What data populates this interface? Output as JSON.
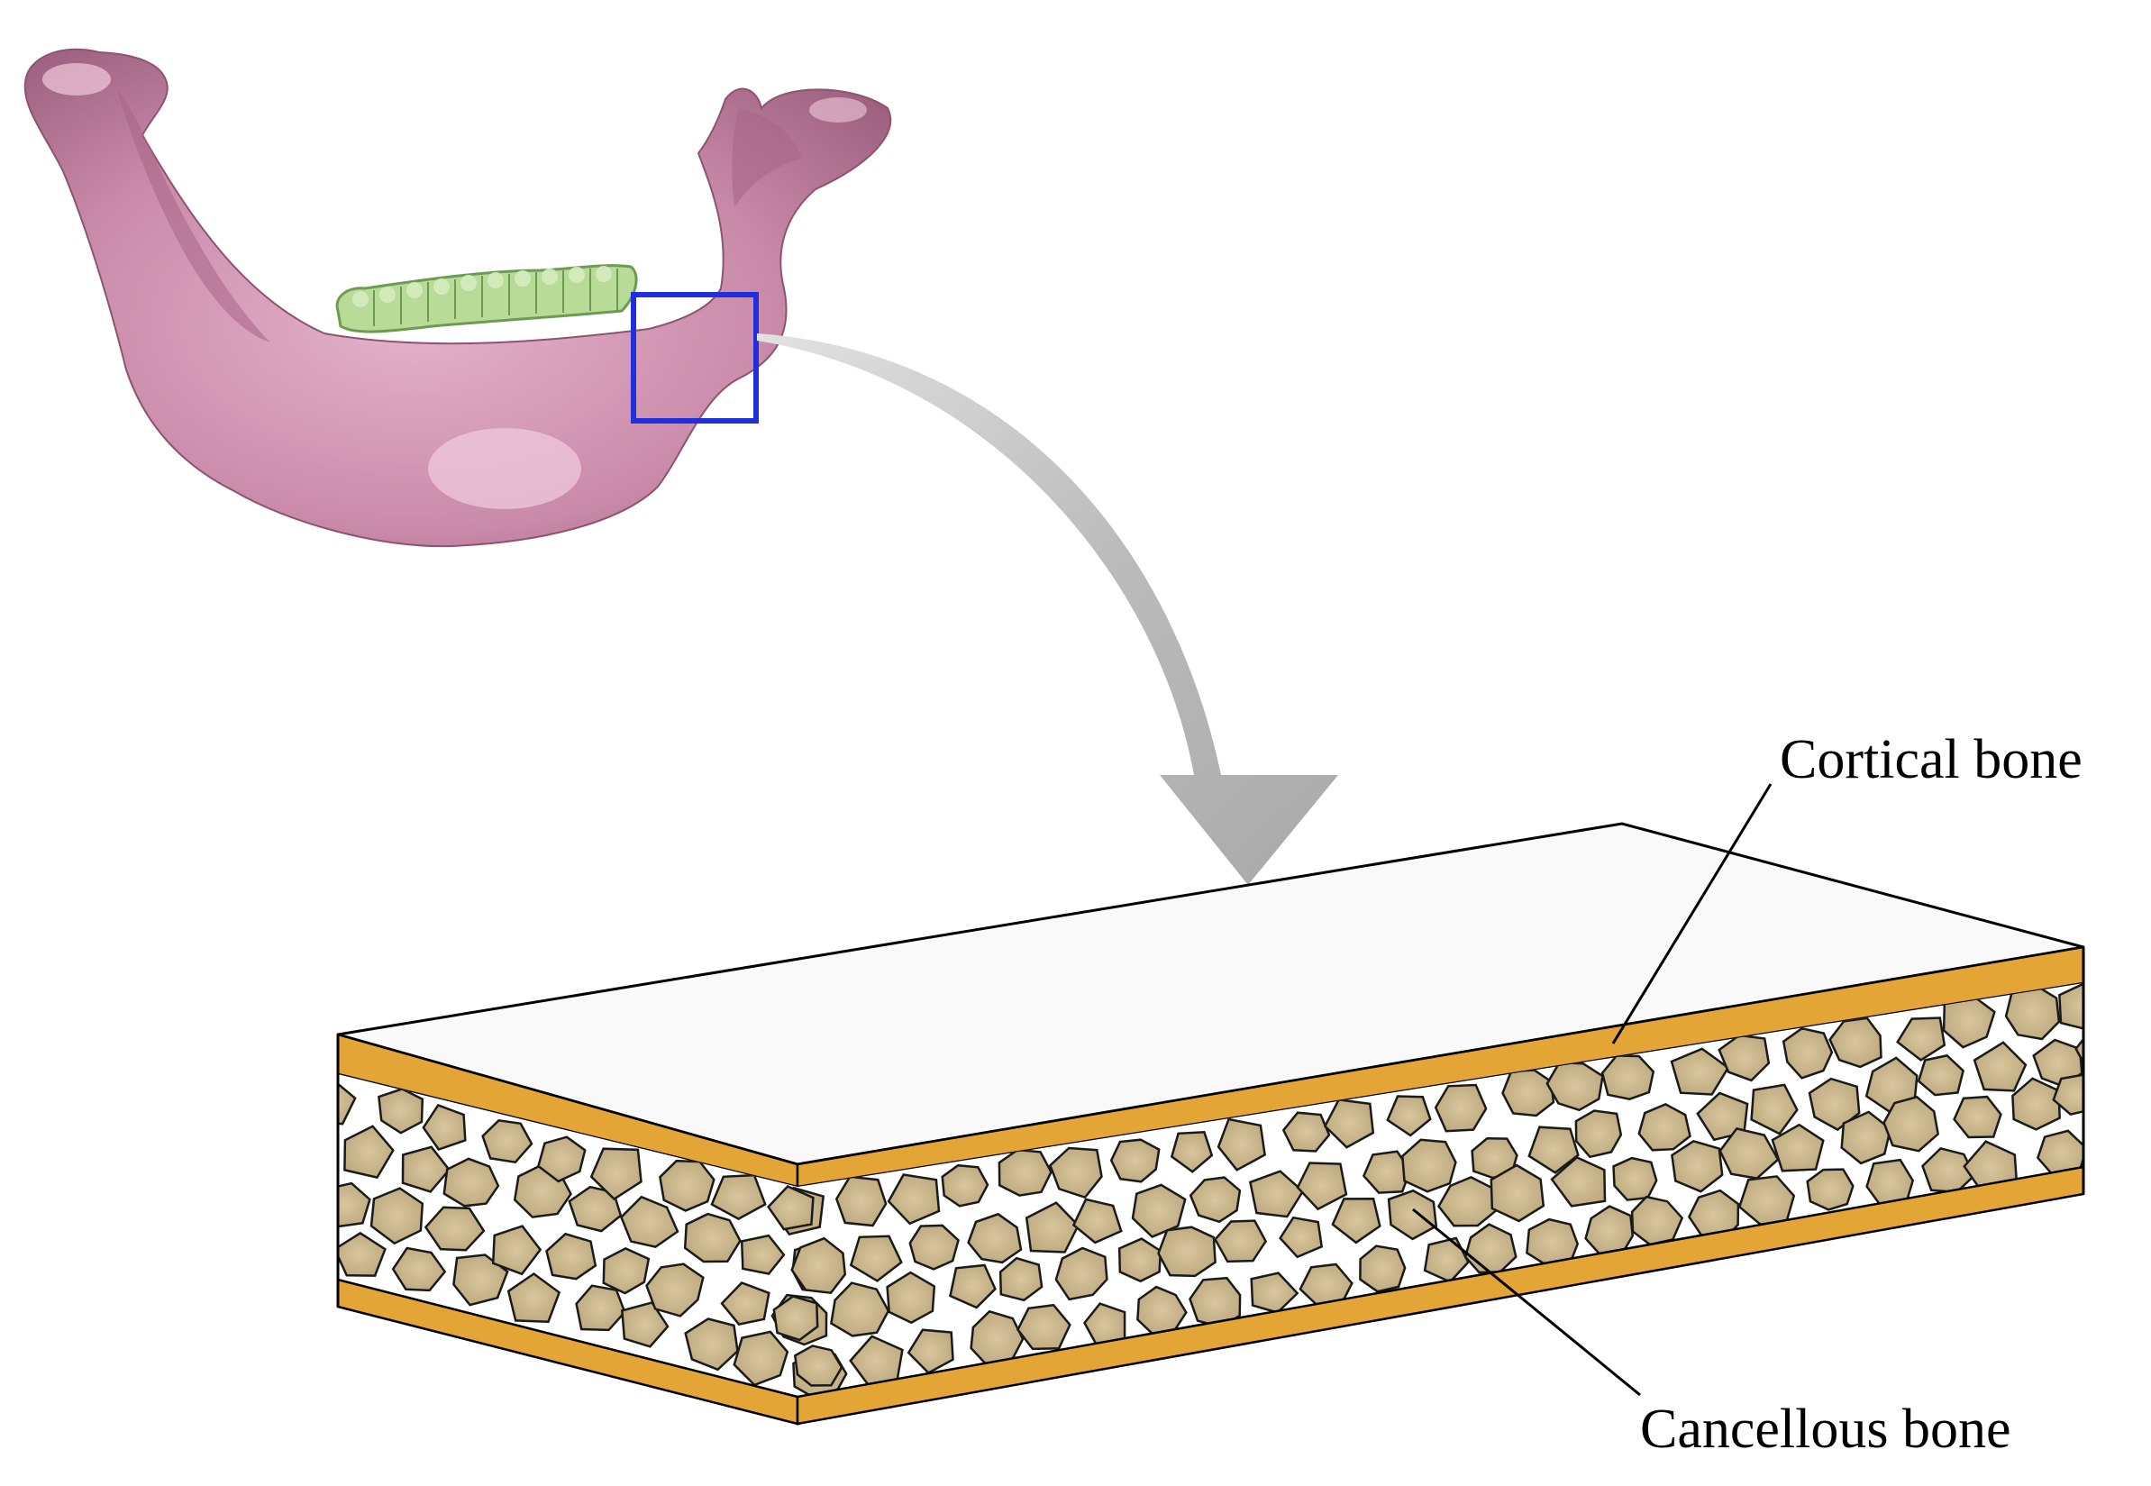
{
  "labels": {
    "cortical": "Cortical bone",
    "cancellous": "Cancellous bone"
  },
  "colors": {
    "mandible": "#c98aa9",
    "mandible_shadow": "#9c5f7e",
    "mandible_highlight": "#ecc3d6",
    "teeth": "#b8db98",
    "teeth_edge": "#6f9a54",
    "zoom_box": "#1f2fdc",
    "arrow": "#bdbdbd",
    "cortical_layer": "#e3a535",
    "cancellous_cell": "#c6b48c",
    "cell_outline": "#1a1a1a",
    "top_face": "#f9f9f9",
    "background": "#ffffff"
  },
  "icons": {
    "mandible": "mandible-3d-model",
    "zoom": "zoom-region-box",
    "arrow": "curved-arrow-down"
  }
}
